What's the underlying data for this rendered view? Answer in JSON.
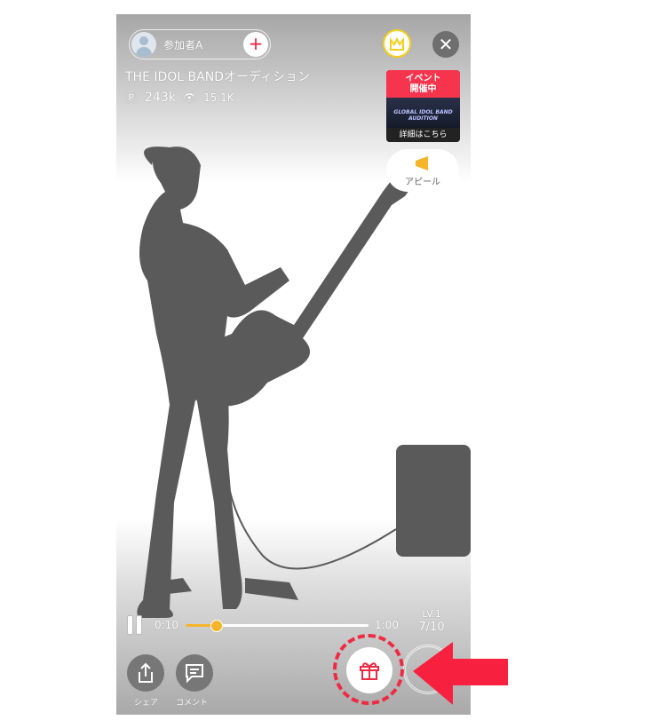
{
  "user": {
    "name": "参加者A",
    "follow_icon": "plus-icon"
  },
  "stream": {
    "title": "THE IDOL BANDオーディション",
    "points": "243k",
    "views": "15.1K"
  },
  "event_banner": {
    "header": "イベント\n開催中",
    "line1": "GLOBAL IDOL BAND",
    "line2": "AUDITION",
    "footer": "詳細はこちら"
  },
  "appeal": {
    "label": "アピール"
  },
  "player": {
    "current": "0:10",
    "end": "1:00",
    "progress": 0.17,
    "level": "LV.1",
    "count": "7/10"
  },
  "actions": {
    "share": "シェア",
    "comment": "コメント"
  },
  "colors": {
    "accent": "#ef2a43",
    "gold": "#f5b52a"
  }
}
